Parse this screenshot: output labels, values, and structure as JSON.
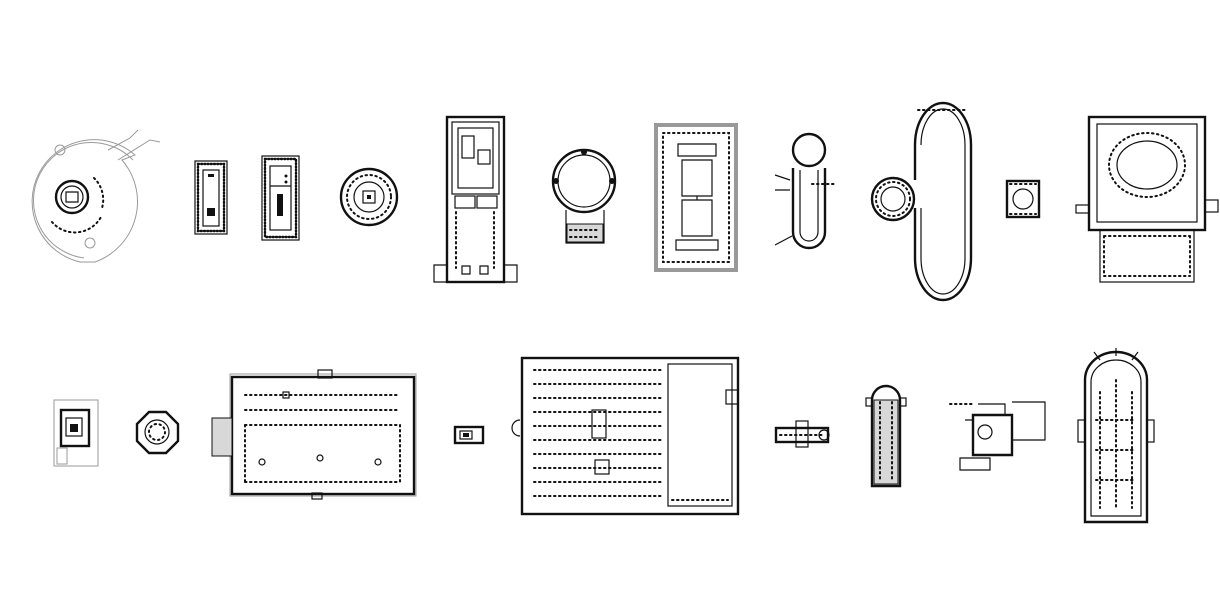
{
  "figure": {
    "background": "#ffffff",
    "ink": "#111111",
    "plans": [
      {
        "id": "stonehenge",
        "type": "circular-earthwork"
      },
      {
        "id": "greek-temple-1",
        "type": "peripteral-temple"
      },
      {
        "id": "greek-temple-2",
        "type": "peripteral-temple"
      },
      {
        "id": "tholos",
        "type": "round-temple"
      },
      {
        "id": "temple-complex",
        "type": "sanctuary-enclosure"
      },
      {
        "id": "pantheon",
        "type": "rotunda-with-portico"
      },
      {
        "id": "forum-enclosure",
        "type": "colonnaded-enclosure"
      },
      {
        "id": "trefoil-apse",
        "type": "apsidal-hall"
      },
      {
        "id": "circus",
        "type": "circus-track"
      },
      {
        "id": "small-centralized",
        "type": "centralized-chapel"
      },
      {
        "id": "domed-church",
        "type": "domed-basilica"
      },
      {
        "id": "tomb-enclosure",
        "type": "tomb"
      },
      {
        "id": "octagon",
        "type": "octagonal-church"
      },
      {
        "id": "long-basilica",
        "type": "hall-basilica"
      },
      {
        "id": "small-chapel",
        "type": "chapel"
      },
      {
        "id": "great-mosque",
        "type": "hypostyle-mosque"
      },
      {
        "id": "small-abbey",
        "type": "small-church"
      },
      {
        "id": "romanesque-church",
        "type": "apsidal-nave"
      },
      {
        "id": "monastery",
        "type": "monastic-complex"
      },
      {
        "id": "gothic-cathedral",
        "type": "cathedral"
      }
    ]
  }
}
